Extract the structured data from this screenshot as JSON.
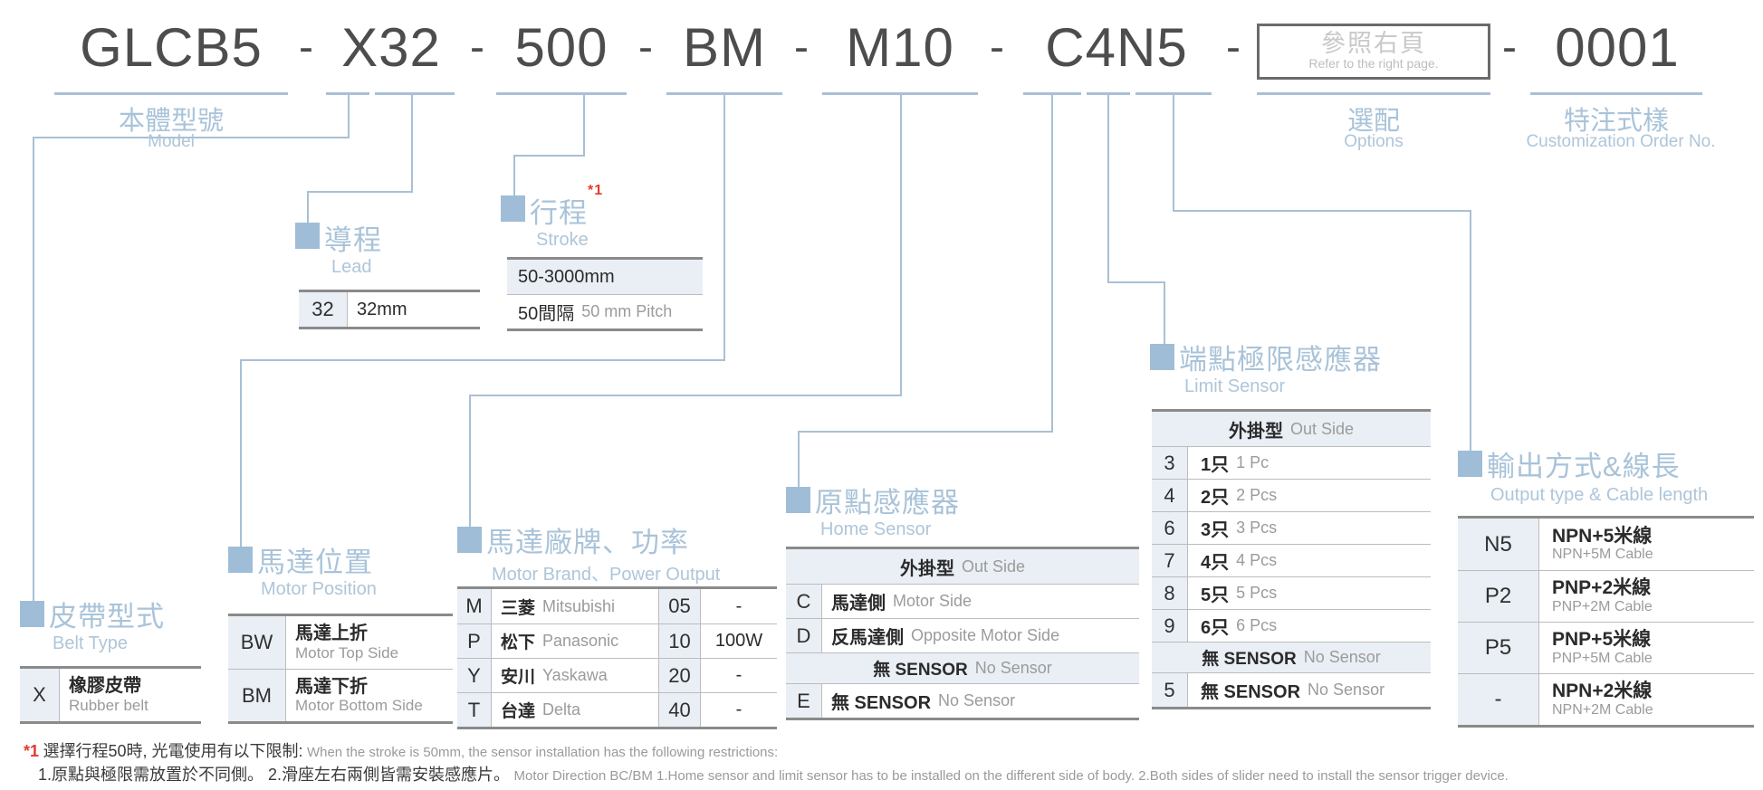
{
  "colors": {
    "label_blue": "#a9c3d9",
    "line_blue": "#a9c0d4",
    "square_blue": "#9fbdd7",
    "cell_bg": "#e9eff5",
    "dark_text": "#2f2f2f",
    "gray_text": "#9b9b9b",
    "red": "#e23b2e"
  },
  "order_code": {
    "separator": "-",
    "segments": {
      "model": "GLCB5",
      "belt_lead": "X32",
      "stroke": "500",
      "motor_position": "BM",
      "motor": "M10",
      "sensor_combo": "C4N5",
      "serial": "0001"
    },
    "options_box": {
      "cn": "參照右頁",
      "en": "Refer to the right page."
    }
  },
  "top_labels": {
    "model": {
      "cn": "本體型號",
      "en": "Model"
    },
    "options": {
      "cn": "選配",
      "en": "Options"
    },
    "customization": {
      "cn": "特注式樣",
      "en": "Customization Order No."
    }
  },
  "sections": {
    "belt_type": {
      "title_cn": "皮帶型式",
      "title_en": "Belt Type",
      "row": {
        "code": "X",
        "cn": "橡膠皮帶",
        "en": "Rubber belt"
      }
    },
    "lead": {
      "title_cn": "導程",
      "title_en": "Lead",
      "row": {
        "code": "32",
        "value": "32mm"
      }
    },
    "stroke": {
      "title_cn": "行程",
      "footnote_ref": "*1",
      "title_en": "Stroke",
      "range": "50-3000mm",
      "pitch_cn": "50間隔",
      "pitch_en": "50 mm Pitch"
    },
    "motor_position": {
      "title_cn": "馬達位置",
      "title_en": "Motor Position",
      "rows": [
        {
          "code": "BW",
          "cn": "馬達上折",
          "en": "Motor Top Side"
        },
        {
          "code": "BM",
          "cn": "馬達下折",
          "en": "Motor Bottom Side"
        }
      ]
    },
    "motor_brand": {
      "title_cn": "馬達廠牌、功率",
      "title_en": "Motor Brand、Power Output",
      "rows": [
        {
          "code": "M",
          "brand_cn": "三菱",
          "brand_en": "Mitsubishi",
          "power_code": "05",
          "power": "-"
        },
        {
          "code": "P",
          "brand_cn": "松下",
          "brand_en": "Panasonic",
          "power_code": "10",
          "power": "100W"
        },
        {
          "code": "Y",
          "brand_cn": "安川",
          "brand_en": "Yaskawa",
          "power_code": "20",
          "power": "-"
        },
        {
          "code": "T",
          "brand_cn": "台達",
          "brand_en": "Delta",
          "power_code": "40",
          "power": "-"
        }
      ]
    },
    "home_sensor": {
      "title_cn": "原點感應器",
      "title_en": "Home Sensor",
      "header_cn": "外掛型",
      "header_en": "Out Side",
      "rows": [
        {
          "code": "C",
          "cn": "馬達側",
          "en": "Motor Side"
        },
        {
          "code": "D",
          "cn": "反馬達側",
          "en": "Opposite Motor Side"
        }
      ],
      "subheader_cn": "無 SENSOR",
      "subheader_en": "No Sensor",
      "no_sensor_row": {
        "code": "E",
        "cn": "無 SENSOR",
        "en": "No Sensor"
      }
    },
    "limit_sensor": {
      "title_cn": "端點極限感應器",
      "title_en": "Limit Sensor",
      "header_cn": "外掛型",
      "header_en": "Out Side",
      "rows": [
        {
          "code": "3",
          "cn": "1只",
          "en": "1 Pc"
        },
        {
          "code": "4",
          "cn": "2只",
          "en": "2 Pcs"
        },
        {
          "code": "6",
          "cn": "3只",
          "en": "3 Pcs"
        },
        {
          "code": "7",
          "cn": "4只",
          "en": "4 Pcs"
        },
        {
          "code": "8",
          "cn": "5只",
          "en": "5 Pcs"
        },
        {
          "code": "9",
          "cn": "6只",
          "en": "6 Pcs"
        }
      ],
      "subheader_cn": "無 SENSOR",
      "subheader_en": "No Sensor",
      "no_sensor_row": {
        "code": "5",
        "cn": "無 SENSOR",
        "en": "No Sensor"
      }
    },
    "output": {
      "title_cn": "輸出方式&線長",
      "title_en": "Output type & Cable length",
      "rows": [
        {
          "code": "N5",
          "cn": "NPN+5米線",
          "en": "NPN+5M Cable"
        },
        {
          "code": "P2",
          "cn": "PNP+2米線",
          "en": "PNP+2M Cable"
        },
        {
          "code": "P5",
          "cn": "PNP+5米線",
          "en": "PNP+5M Cable"
        },
        {
          "code": "-",
          "cn": "NPN+2米線",
          "en": "NPN+2M Cable"
        }
      ]
    }
  },
  "footnote": {
    "ref": "*1",
    "line1_cn": "選擇行程50時, 光電使用有以下限制:",
    "line1_en": "When the stroke is 50mm, the sensor installation has the following restrictions:",
    "line2_cn": "1.原點與極限需放置於不同側。 2.滑座左右兩側皆需安裝感應片。",
    "line2_en": "Motor Direction BC/BM 1.Home sensor and limit sensor has to be installed on the different side of body.  2.Both sides of slider need to install the sensor trigger device."
  }
}
